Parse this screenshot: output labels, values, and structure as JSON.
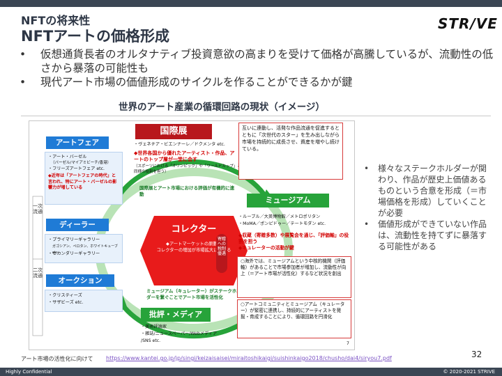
{
  "header": {
    "subtitle": "NFTの将来性",
    "title": "NFTアートの価格形成",
    "logo": "STR/VE"
  },
  "bullets": [
    "仮想通貨長者のオルタナティブ投資意欲の高まりを受けて価格が高騰しているが、流動性の低さから暴落の可能性も",
    "現代アート市場の価値形成のサイクルを作ることができるかが鍵"
  ],
  "diagram_caption": "世界のアート産業の循環回路の現状（イメージ）",
  "diagram": {
    "intl": {
      "label": "国際展",
      "sub": "・ヴェネチア・ビエンナーレ／ドクメンタ etc.",
      "red": "◆世界各国から優れたアーティスト・作品、アートのトップ層が一堂に会す",
      "note": "（スポーツにおける「オリンピック」や「ワールドカップ」と同様の役割を担う）"
    },
    "top_note": "互いに連動し、活発な作品流通を促進するとともに「次世代のスター」を生み出しながら市場を持続的に成長させ、資産を増やし続けている。",
    "artfair": {
      "label": "アートフェア",
      "items": [
        "・アート・バーゼル",
        "（バーゼル/マイアミビーチ/香港）",
        "・フリーズアートフェア etc."
      ],
      "red": "◆近年は「アートフェアの時代」と言われ、特にアート・バーゼルの影響力が増している"
    },
    "dealer": {
      "label": "ディーラー",
      "items": [
        "・プライマリーギャラリー",
        "ガゴシアン、ペロタン、ホワイトキューブ etc.",
        "・セカンダリーギャラリー"
      ]
    },
    "auction": {
      "label": "オークション",
      "items": [
        "・クリスティーズ",
        "・サザビーズ etc."
      ]
    },
    "market_labels": {
      "primary": "一次流通",
      "secondary": "二次流通"
    },
    "center_text": "国際展とアート市場における評価が有機的に連動",
    "collector": {
      "label": "コレクター",
      "desc": "◆アートマーケットの原動力\nコレクターの増加が市場拡大に繋がる"
    },
    "donation": "寄贈への税制優遇",
    "curator_note": "ミュージアム（キュレーター）がステークホルダーを繋ぐことでアート市場を活性化",
    "museum": {
      "label": "ミュージアム",
      "items": [
        "・ルーブル／大英博物館／メトロポリタン",
        "・MoMA／ポンピドゥー／テートモダン etc."
      ],
      "red": "◆収蔵（寄贈多数）や展覧会を通じ、「評価軸」の役割を担う\n◆キュレーターの活動が鍵"
    },
    "overseas_note": "○海外では、ミュージアムという中核的機関（評価軸）があることで市場参加者が増加し、流動性が向上（＝アート市場が活性化）するなど状況を創出",
    "community_note": "○アートコミュニティとミュージアム（キュレーター）が緊密に連携し、持続的にアーティストを発掘・育成することにより、循環回路を円滑化",
    "critique": {
      "label": "批評・メディア",
      "items": [
        "・美術評論家",
        "・雑誌/ニュースペーパー/Webメディア",
        "/SNS etc."
      ]
    },
    "slide_no": "7"
  },
  "right_notes": [
    "様々なステークホルダーが関わり、作品が歴史上価値あるものという合意を形成（＝市場価格を形成）していくことが必要",
    "価値形成ができていない作品は、流動性を持てずに暴落する可能性がある"
  ],
  "footer": {
    "source_label": "アート市場の活性化に向けて",
    "source_url": "https://www.kantei.go.jp/jp/singi/keizaisaisei/miraitoshikaigi/suishinkaigo2018/chusho/dai4/siryou7.pdf",
    "page_number": "32",
    "confidential": "Highly Confidential",
    "copyright": "© 2020-2021 STRIVE"
  },
  "colors": {
    "bar": "#3b4654",
    "blue": "#1f7bd6",
    "green": "#27a33a",
    "red": "#e81b1b",
    "dark_red": "#b8171c"
  }
}
